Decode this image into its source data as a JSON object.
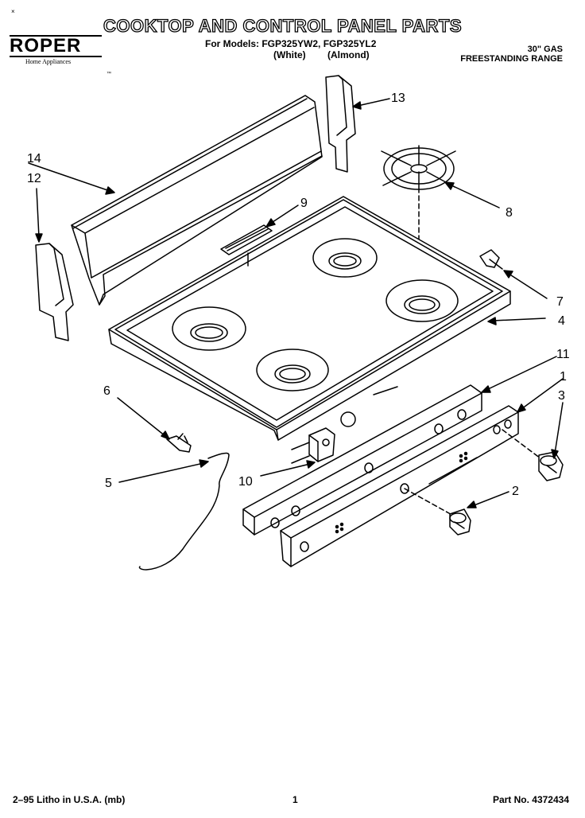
{
  "corner_mark": "×",
  "header": {
    "title": "COOKTOP AND CONTROL PANEL PARTS",
    "models_line": "For Models: FGP325YW2, FGP325YL2",
    "variant_white": "(White)",
    "variant_almond": "(Almond)",
    "range_line1": "30\" GAS",
    "range_line2": "FREESTANDING RANGE"
  },
  "logo": {
    "brand": "ROPER",
    "tagline": "Home Appliances",
    "trademark": "™"
  },
  "callouts": [
    "1",
    "2",
    "3",
    "4",
    "5",
    "6",
    "7",
    "8",
    "9",
    "10",
    "11",
    "12",
    "13",
    "14"
  ],
  "footer": {
    "litho": "2–95 Litho in U.S.A. (mb)",
    "page": "1",
    "part_no": "Part No. 4372434"
  }
}
